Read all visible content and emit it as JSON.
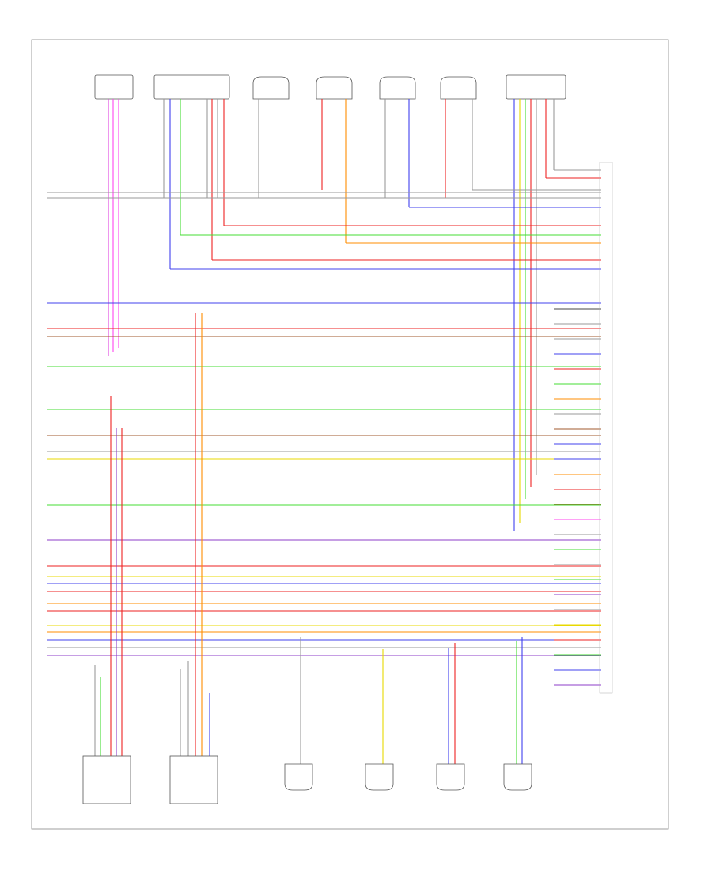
{
  "wire_colors": {
    "gray": "#9a9a9a",
    "pink": "#ff44ee",
    "magenta": "#e040e0",
    "red": "#ee2222",
    "green": "#44dd33",
    "blue": "#4040ee",
    "orange": "#ff8c00",
    "yellow": "#e8d800",
    "brown": "#a05a2c",
    "purple": "#8c3cc8",
    "teal": "#20a0a0",
    "black": "#444444"
  },
  "left_wires": [
    {
      "color": "gray"
    },
    {
      "color": "gray"
    },
    {
      "color": "blue"
    },
    {
      "color": "red"
    },
    {
      "color": "brown"
    },
    {
      "color": "green"
    },
    {
      "color": "green"
    },
    {
      "color": "brown"
    },
    {
      "color": "gray"
    },
    {
      "color": "yellow"
    },
    {
      "color": "green"
    },
    {
      "color": "purple"
    },
    {
      "color": "red"
    },
    {
      "color": "yellow"
    },
    {
      "color": "blue"
    },
    {
      "color": "red"
    },
    {
      "color": "orange"
    },
    {
      "color": "red"
    },
    {
      "color": "yellow"
    },
    {
      "color": "orange"
    },
    {
      "color": "blue"
    },
    {
      "color": "gray"
    },
    {
      "color": "purple"
    }
  ],
  "right_wires": [
    {
      "color": "black"
    },
    {
      "color": "gray"
    },
    {
      "color": "gray"
    },
    {
      "color": "blue"
    },
    {
      "color": "red"
    },
    {
      "color": "green"
    },
    {
      "color": "orange"
    },
    {
      "color": "gray"
    },
    {
      "color": "brown"
    },
    {
      "color": "blue"
    },
    {
      "color": "blue"
    },
    {
      "color": "orange"
    },
    {
      "color": "red"
    },
    {
      "color": "brown"
    },
    {
      "color": "pink"
    },
    {
      "color": "gray"
    },
    {
      "color": "green"
    },
    {
      "color": "gray"
    },
    {
      "color": "green"
    },
    {
      "color": "purple"
    },
    {
      "color": "gray"
    },
    {
      "color": "yellow"
    },
    {
      "color": "red"
    },
    {
      "color": "green"
    },
    {
      "color": "blue"
    },
    {
      "color": "purple"
    }
  ]
}
